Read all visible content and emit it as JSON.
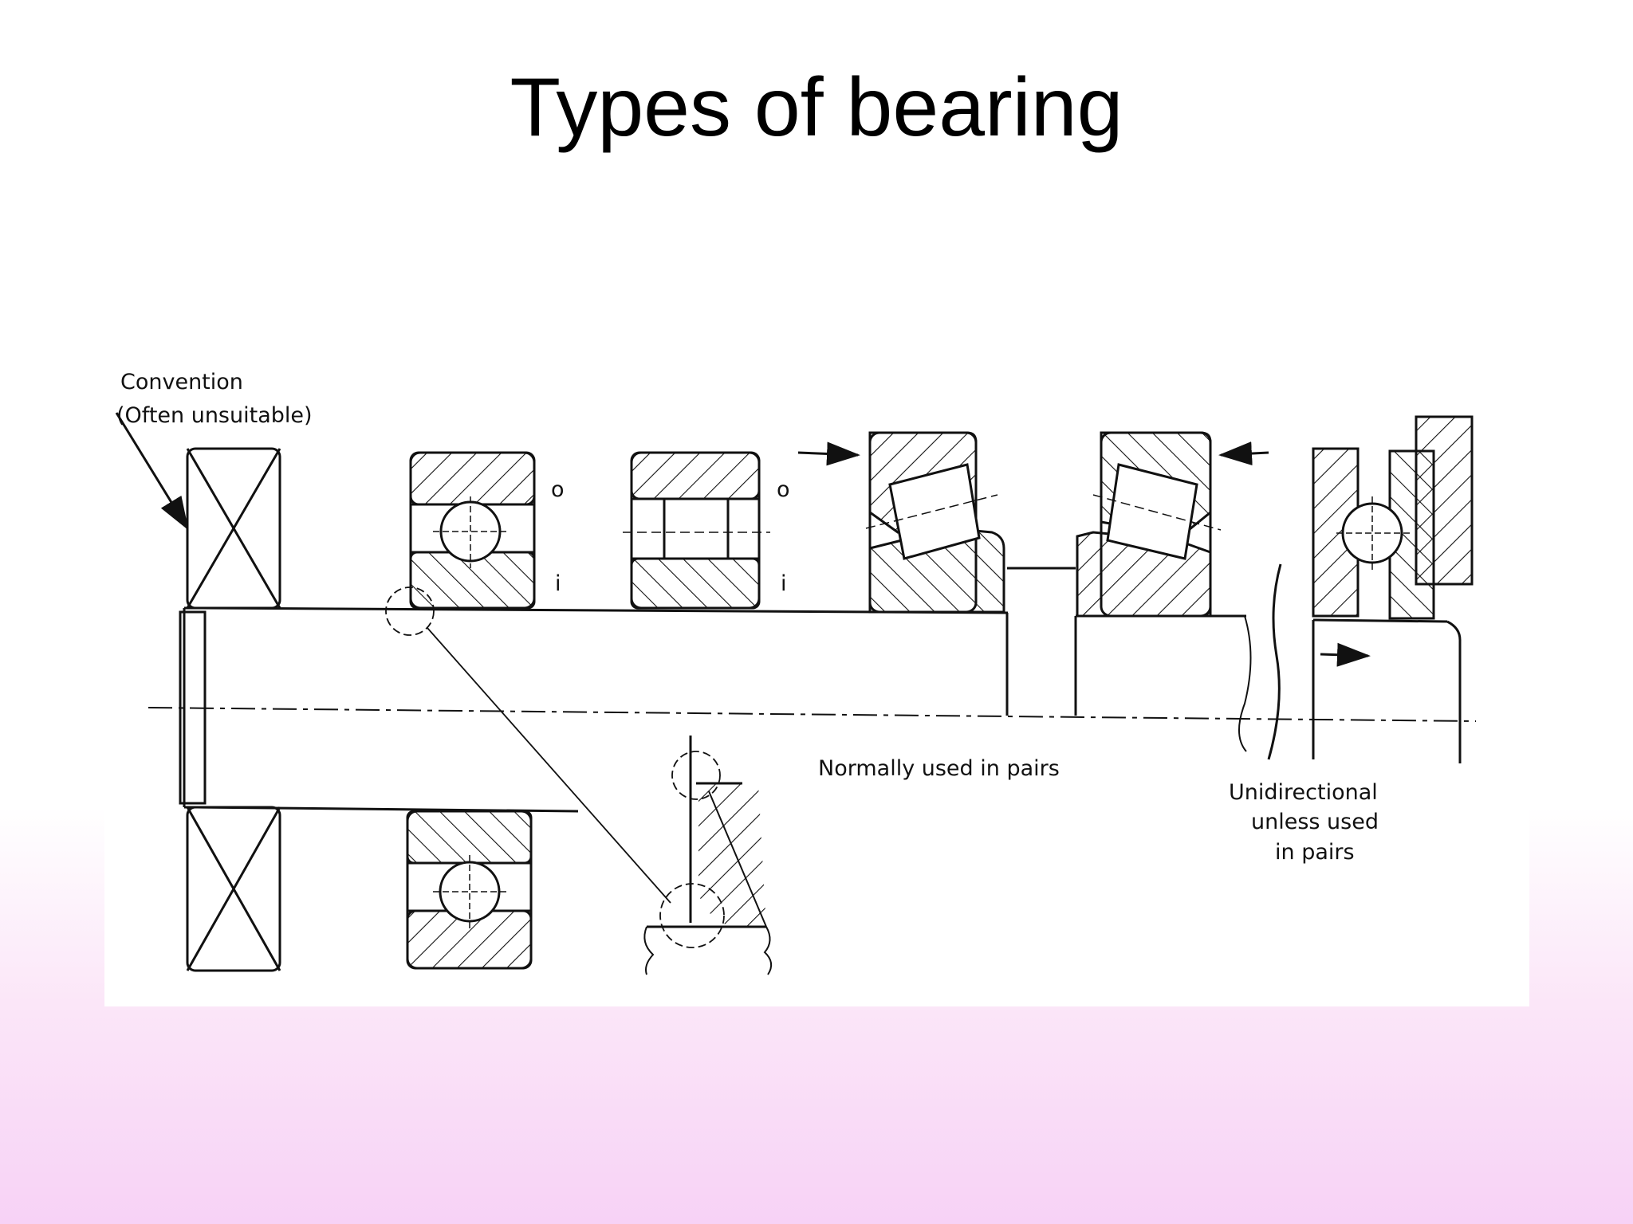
{
  "slide": {
    "title": "Types of bearing"
  },
  "diagram": {
    "labels": {
      "convention_line1": "Convention",
      "convention_line2": "(Often unsuitable)",
      "normally_used": "Normally used in pairs",
      "unidirectional_line1": "Unidirectional",
      "unidirectional_line2": "unless used",
      "unidirectional_line3": "in pairs",
      "outer_mark_1": "o",
      "inner_mark_1": "i",
      "outer_mark_2": "o",
      "inner_mark_2": "i"
    }
  }
}
